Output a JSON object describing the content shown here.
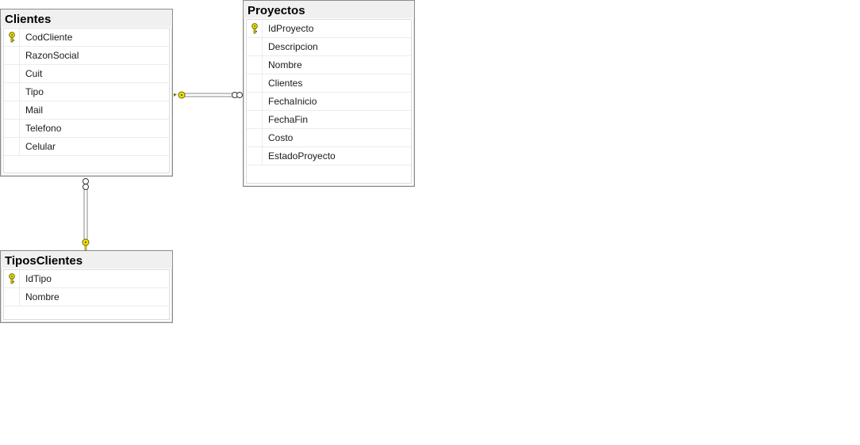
{
  "tables": {
    "clientes": {
      "name": "Clientes",
      "columns": [
        {
          "name": "CodCliente",
          "primary_key": true
        },
        {
          "name": "RazonSocial",
          "primary_key": false
        },
        {
          "name": "Cuit",
          "primary_key": false
        },
        {
          "name": "Tipo",
          "primary_key": false
        },
        {
          "name": "Mail",
          "primary_key": false
        },
        {
          "name": "Telefono",
          "primary_key": false
        },
        {
          "name": "Celular",
          "primary_key": false
        }
      ]
    },
    "proyectos": {
      "name": "Proyectos",
      "columns": [
        {
          "name": "IdProyecto",
          "primary_key": true
        },
        {
          "name": "Descripcion",
          "primary_key": false
        },
        {
          "name": "Nombre",
          "primary_key": false
        },
        {
          "name": "Clientes",
          "primary_key": false
        },
        {
          "name": "FechaInicio",
          "primary_key": false
        },
        {
          "name": "FechaFin",
          "primary_key": false
        },
        {
          "name": "Costo",
          "primary_key": false
        },
        {
          "name": "EstadoProyecto",
          "primary_key": false
        }
      ]
    },
    "tipos_clientes": {
      "name": "TiposClientes",
      "columns": [
        {
          "name": "IdTipo",
          "primary_key": true
        },
        {
          "name": "Nombre",
          "primary_key": false
        }
      ]
    }
  },
  "relationships": [
    {
      "from": "Clientes",
      "to": "Proyectos",
      "from_end": "key",
      "to_end": "infinity"
    },
    {
      "from": "TiposClientes",
      "to": "Clientes",
      "from_end": "key",
      "to_end": "infinity"
    }
  ],
  "colors": {
    "key_icon": "#f2e600",
    "key_outline": "#6b6200",
    "connector": "#8a8a8a"
  }
}
